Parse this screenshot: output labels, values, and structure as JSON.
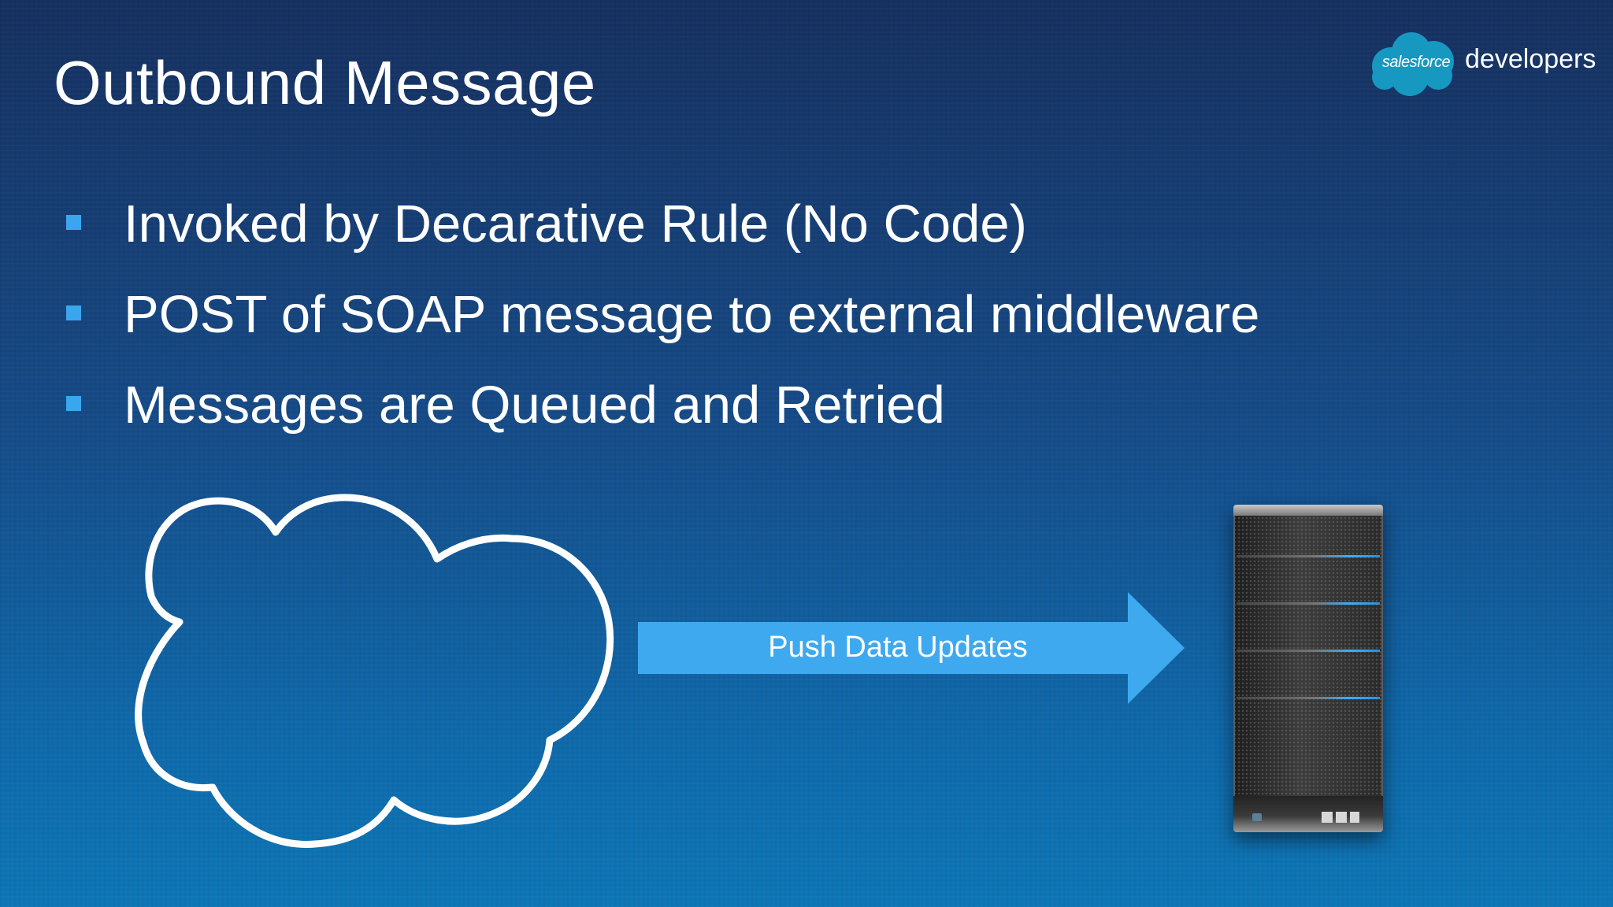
{
  "slide": {
    "title": "Outbound Message",
    "logo": {
      "brand": "salesforce",
      "sub": "developers"
    },
    "bullets": [
      {
        "text": "Invoked by Decarative Rule (No Code)"
      },
      {
        "text": "POST of SOAP message to external middleware"
      },
      {
        "text": "Messages are Queued and Retried"
      }
    ],
    "diagram": {
      "arrow_label": "Push Data Updates"
    }
  },
  "colors": {
    "accent": "#3aa6ee",
    "arrow": "#3fa9f0",
    "text": "#ffffff"
  }
}
